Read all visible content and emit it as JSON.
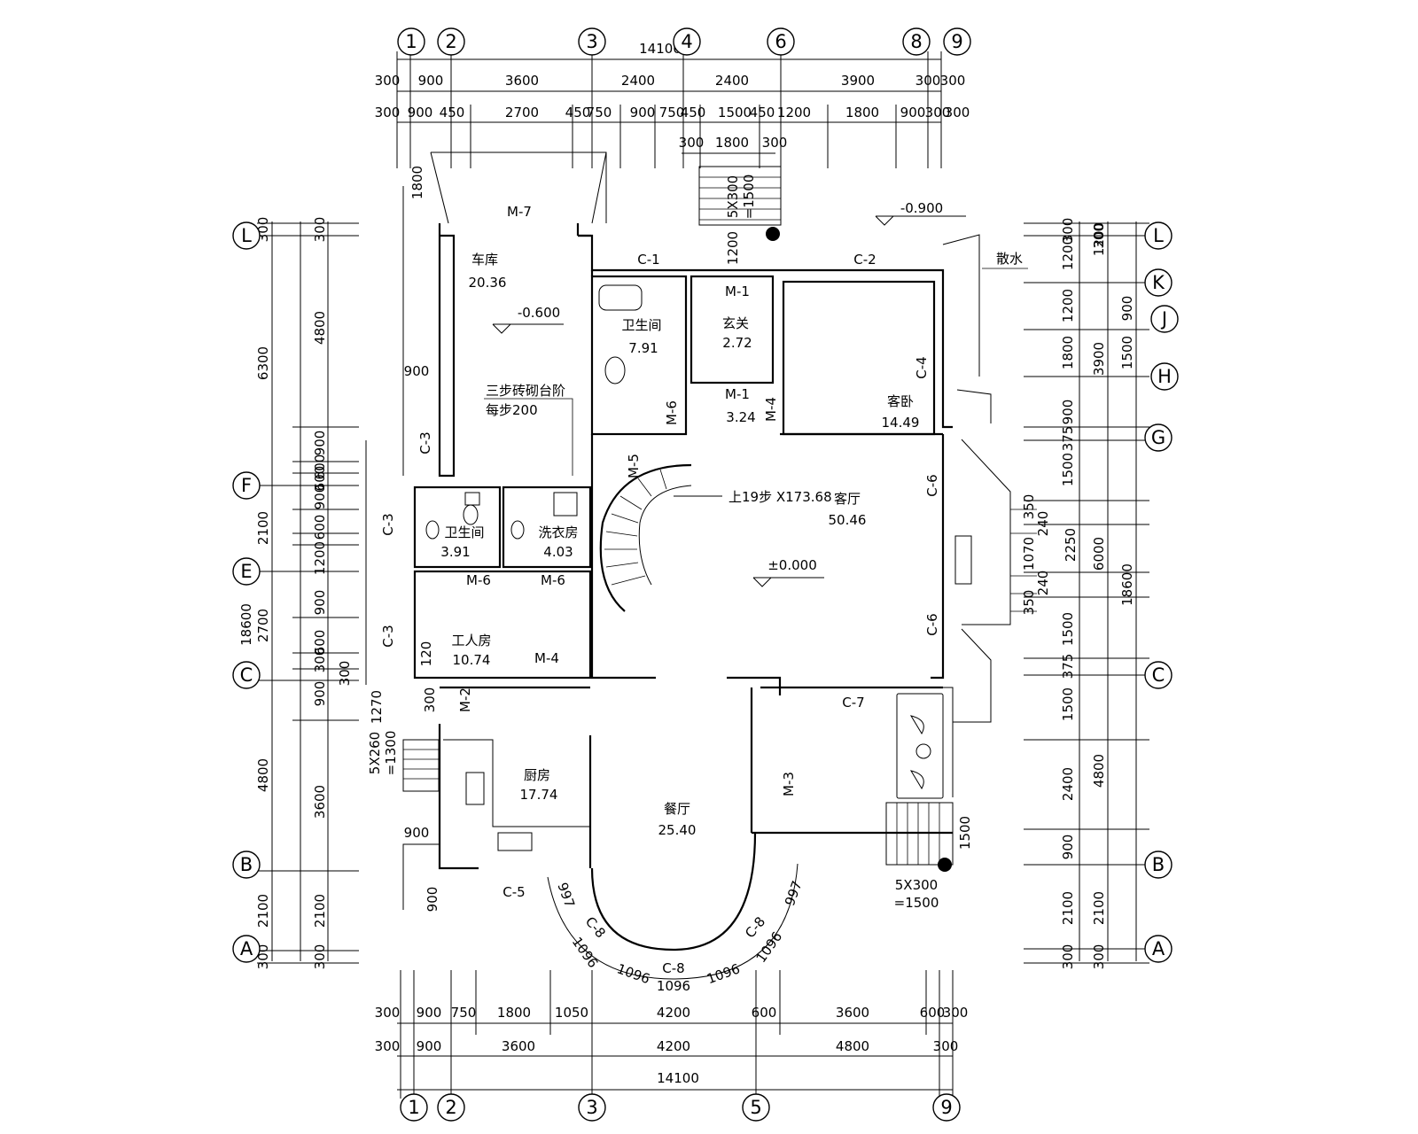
{
  "axis_top_labels": [
    "1",
    "2",
    "3",
    "4",
    "6",
    "8",
    "9"
  ],
  "axis_bottom_labels": [
    "1",
    "2",
    "3",
    "5",
    "9"
  ],
  "axis_side_labels": [
    "L",
    "K",
    "J",
    "H",
    "G",
    "F",
    "E",
    "C",
    "B",
    "A"
  ],
  "total_width": "14100",
  "total_height": "18600",
  "dims": {
    "top_row1": [
      "300",
      "900",
      "3600",
      "2400",
      "2400",
      "3900",
      "300",
      "300"
    ],
    "top_row2": [
      "300",
      "900",
      "450",
      "2700",
      "450",
      "750",
      "900",
      "750",
      "450",
      "1500",
      "450",
      "1200",
      "1800",
      "900",
      "300",
      "300"
    ],
    "top_row3": [
      "300",
      "1800",
      "300"
    ],
    "bottom_row1": [
      "300",
      "900",
      "750",
      "1800",
      "1050",
      "4200",
      "600",
      "3600",
      "600",
      "300"
    ],
    "bottom_row2": [
      "300",
      "900",
      "3600",
      "4200",
      "4800",
      "300"
    ],
    "left_outer": [
      "300",
      "6300",
      "2100",
      "2700",
      "4800",
      "2100",
      "300"
    ],
    "left_inner": [
      "300",
      "4800",
      "900",
      "600",
      "600",
      "900",
      "600",
      "1200",
      "900",
      "600",
      "300",
      "900",
      "3600",
      "2100",
      "300"
    ],
    "left_misc": [
      "300",
      "1270",
      "900",
      "900",
      "900",
      "900"
    ],
    "right_inner": [
      "1200",
      "300",
      "1200",
      "1800",
      "900",
      "375",
      "1500",
      "1500",
      "375",
      "1500",
      "2400",
      "900",
      "2100",
      "300"
    ],
    "right_mid": [
      "1200",
      "300",
      "900",
      "1500",
      "3900",
      "2250",
      "4800",
      "2100",
      "300"
    ],
    "right_outer": [
      "6000",
      "18600"
    ],
    "chimney_dims": [
      "350",
      "240",
      "1070",
      "240",
      "350"
    ],
    "arc_dims": [
      "1096",
      "1096",
      "1096",
      "1096",
      "1096",
      "997",
      "997"
    ],
    "stairs_top": "5X300\n=1500",
    "stairs_top_a": "5X300",
    "stairs_top_b": "=1500",
    "stairs_top_h": "1200",
    "stair_height_1800": "1800",
    "stairs_right_a": "5X300",
    "stairs_right_b": "=1500",
    "stairs_right_v": "1500",
    "stairs_left_a": "5X260",
    "stairs_left_b": "=1300",
    "misc_120": "120",
    "misc_300": "300"
  },
  "levels": {
    "entry": "-0.900",
    "garage": "-0.600",
    "living": "±0.000"
  },
  "rooms": [
    {
      "name": "车库",
      "area": "20.36"
    },
    {
      "name": "卫生间",
      "area": "7.91"
    },
    {
      "name": "玄关",
      "area": "2.72"
    },
    {
      "name": "",
      "area": "3.24"
    },
    {
      "name": "客卧",
      "area": "14.49"
    },
    {
      "name": "卫生间",
      "area": "3.91"
    },
    {
      "name": "洗衣房",
      "area": "4.03"
    },
    {
      "name": "客厅",
      "area": "50.46"
    },
    {
      "name": "工人房",
      "area": "10.74"
    },
    {
      "name": "厨房",
      "area": "17.74"
    },
    {
      "name": "餐厅",
      "area": "25.40"
    }
  ],
  "annotations": {
    "step_note_1": "三步砖砌台阶",
    "step_note_2": "每步200",
    "stair_up": "上19步 X173.68",
    "apron": "散水"
  },
  "openings": {
    "M7": "M-7",
    "C1": "C-1",
    "C2": "C-2",
    "M1a": "M-1",
    "M1b": "M-1",
    "C4": "C-4",
    "M6a": "M-6",
    "M4a": "M-4",
    "M5": "M-5",
    "C3a": "C-3",
    "C3b": "C-3",
    "C3c": "C-3",
    "C6a": "C-6",
    "C6b": "C-6",
    "M6b": "M-6",
    "M6c": "M-6",
    "M4b": "M-4",
    "M2": "M-2",
    "C7": "C-7",
    "M3": "M-3",
    "C5": "C-5",
    "C8a": "C-8",
    "C8b": "C-8",
    "C8c": "C-8"
  }
}
